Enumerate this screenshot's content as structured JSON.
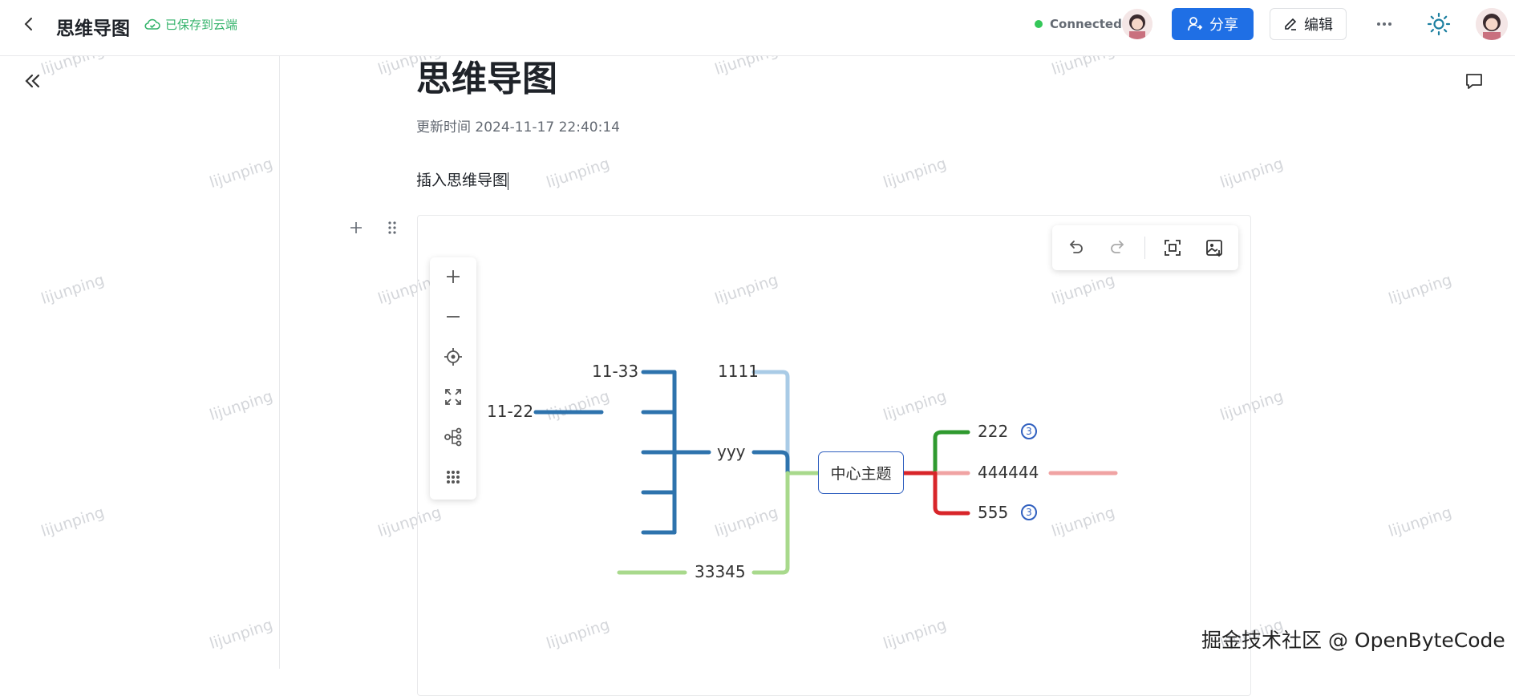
{
  "header": {
    "doc_title": "思维导图",
    "save_status": "已保存到云端",
    "connection_status": "Connected",
    "share_label": "分享",
    "edit_label": "编辑"
  },
  "page": {
    "title": "思维导图",
    "updated": "更新时间 2024-11-17 22:40:14",
    "paragraph": "插入思维导图"
  },
  "mindmap": {
    "center": "中心主题",
    "left": {
      "n1111": "1111",
      "yyy": "yyy",
      "n33345": "33345",
      "n11_33": "11-33",
      "n11_22": "11-22"
    },
    "right": {
      "n222": "222",
      "n444444": "444444",
      "n555": "555",
      "badge_222": "3",
      "badge_555": "3"
    },
    "colors": {
      "branch_1111": "#a9cbe6",
      "branch_yyy": "#2e73ad",
      "branch_33345": "#a8d98c",
      "branch_222": "#2f9a2f",
      "branch_444444": "#f0a3a3",
      "branch_555": "#d8252a",
      "center_border": "#2f5fbf"
    }
  },
  "footer": {
    "brand": "掘金技术社区 @ OpenByteCode"
  },
  "watermark_text": "lijunping",
  "icons": {
    "back": "chevron-left-icon",
    "cloud": "cloud-check-icon",
    "share": "user-share-icon",
    "edit": "pencil-icon",
    "more": "more-horizontal-icon",
    "theme": "sun-icon",
    "collapse": "double-chevron-left-icon",
    "comment": "comment-icon"
  }
}
